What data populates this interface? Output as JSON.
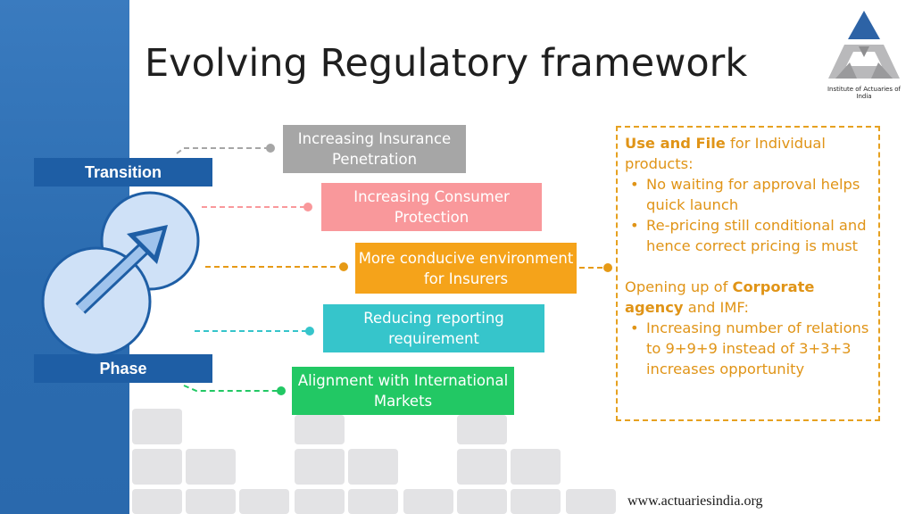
{
  "title": "Evolving Regulatory framework",
  "logo": {
    "caption": "Institute of Actuaries of India",
    "icon": "actuaries-triangle-logo"
  },
  "labels": {
    "transition": "Transition",
    "phase": "Phase"
  },
  "boxes": [
    {
      "text": "Increasing Insurance Penetration",
      "color": "#a6a6a6"
    },
    {
      "text": "Increasing Consumer Protection",
      "color": "#f9989b"
    },
    {
      "text": "More conducive environment for Insurers",
      "color": "#f5a31a"
    },
    {
      "text": "Reducing reporting requirement",
      "color": "#36c5cb"
    },
    {
      "text": "Alignment with International Markets",
      "color": "#22c864"
    }
  ],
  "note": {
    "s1_bold": "Use and File",
    "s1_rest": " for Individual products:",
    "s1_items": [
      "No waiting for approval helps quick launch",
      "Re-pricing still conditional and hence correct pricing is must"
    ],
    "s2_pre": "Opening up of ",
    "s2_bold1": "Corporate agency",
    "s2_mid": " and IMF:",
    "s2_items": [
      "Increasing number of relations to 9+9+9 instead of 3+3+3 increases opportunity"
    ]
  },
  "footer": {
    "url": "www.actuariesindia.org"
  },
  "colors": {
    "band": "#2b6cb0",
    "pill": "#1e5ea5",
    "note_border": "#e6a120",
    "note_text": "#e09417"
  }
}
